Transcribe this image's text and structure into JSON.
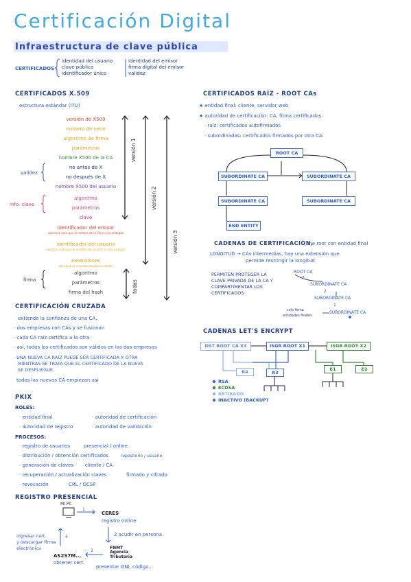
{
  "title": "Certificación Digital",
  "subtitle": "Infraestructura de clave pública",
  "certificados": {
    "label": "CERTIFICADOS",
    "left": [
      "identidad del usuario",
      "clave pública",
      "identificador único"
    ],
    "right": [
      "identidad del emisor",
      "firma digital del emisor",
      "validez"
    ]
  },
  "x509": {
    "heading": "CERTIFICADOS X.509",
    "sub": "estructura estándar (ITU)",
    "fields": [
      "versión de X509",
      "número de serie",
      "algoritmo de firma",
      "parámetros",
      "nombre X500 de la CA",
      "no antes de X",
      "no después de X",
      "nombre X500 del usuario",
      "algoritmo",
      "parámetros",
      "clave",
      "identificador del emisor",
      "identificador del usuario",
      "extensiones",
      "algoritmo",
      "parámetros",
      "firma del hash"
    ],
    "notes": {
      "emisor": "opcional, para que el nombre de la CA no sea ambiguo",
      "usuario": "opcional, para que el nombre del usuario no sea ambiguo",
      "extensiones": "para que se le pueda ampliar la validez"
    },
    "side_labels": {
      "validez": "validez",
      "info_clave": "info. clave",
      "firma": "firma"
    },
    "versions": [
      "versión 1",
      "versión 2",
      "versión 3",
      "todas"
    ]
  },
  "cruzada": {
    "heading": "CERTIFICACIÓN CRUZADA",
    "lines": [
      "extiende la confianza de una CA,",
      "· dos empresas con CAs y se fusionan",
      "· cada CA raíz certifica a la otra",
      "· así, todos los certificados son válidos en las dos empresas",
      "· UNA NUEVA CA RAÍZ PUEDE SER CERTIFICADA X OTRA",
      "MIENTRAS SE TRATA QUE EL CERTIFICADO DE LA NUEVA",
      "SE DESPLIEGUE",
      "todas las nuevas CA empiezan así"
    ]
  },
  "pkix": {
    "heading": "PKIX",
    "roles_label": "ROLES:",
    "roles": [
      "· entidad final",
      "· autoridad de certificación",
      "· autoridad de registro",
      "· autoridad de validación"
    ],
    "procesos_label": "PROCESOS:",
    "procesos": [
      {
        "a": "· registro de usuarios",
        "b": "presencial / online"
      },
      {
        "a": "· distribución / obtención certificados",
        "b": "repositorio / usuario"
      },
      {
        "a": "· generación de claves",
        "b": "cliente / CA"
      },
      {
        "a": "· recuperación / actualización claves",
        "b": "firmado y cifrado"
      },
      {
        "a": "· revocación",
        "b": "CRL / OCSP"
      }
    ]
  },
  "registro": {
    "heading": "REGISTRO PRESENCIAL",
    "mipc": "MI PC",
    "step1": "1",
    "ceres": "CERES",
    "registro_online": "registro online",
    "step2": "2 acudir en persona",
    "fnmt": "FNMT",
    "agencia": "Agencia Tributaria",
    "presentar": "presentar DNI, código...",
    "step3": "3",
    "codigo": "AS2S7M...",
    "obtener": "obtener cert.",
    "step4": "4",
    "ingresar": "ingresar cert.",
    "descargar": "y descargar firma",
    "electronica": "electrónica"
  },
  "raiz": {
    "heading": "CERTIFICADOS RAÍZ - ROOT CAs",
    "lines": [
      "★ entidad final: cliente, servidor web",
      "★ autoridad de certificación: CA, firma certificados",
      "· raíz: certificados autofirmados",
      "· subordinadas: certificados firmados por otra CA"
    ],
    "root": "ROOT CA",
    "sub": "SUBORDINATE CA",
    "end": "END ENTITY"
  },
  "cadenas": {
    "heading": "CADENAS DE CERTIFICACIÓN,",
    "heading_rest": "une root con entidad final",
    "longitud": "LONGITUD → CAs intermedias, hay una extensión que",
    "longitud2": "permite restringir la longitud",
    "permiten": [
      "PERMITEN PROTEGER LA",
      "CLAVE PRIVADA DE LA CA Y",
      "COMPARTIMENTAR LOS",
      "CERTIFICADOS"
    ],
    "root": "ROOT CA",
    "q": "?",
    "sub1": "SUBORDINATE CA",
    "n2": "2",
    "sub2": "SUBORDINATE CA",
    "n1": "1",
    "sub3": "SUBORDINATE CA",
    "solo": "solo firma",
    "entidades": "entidades finales"
  },
  "letsencrypt": {
    "heading": "CADENAS LET'S ENCRYPT",
    "dst": "DST ROOT CA X3",
    "isrg1": "ISGR ROOT X1",
    "isrg2": "ISGR ROOT X2",
    "r4": "R4",
    "r3": "R3",
    "e1": "E1",
    "e2": "E2",
    "legend": [
      "RSA",
      "ECDSA",
      "RETIRADO",
      "INACTIVO (BACKUP)"
    ],
    "colors": {
      "rsa": "#3b68d8",
      "ecdsa": "#2f8a2f",
      "retirado": "#8fb0ff",
      "inactivo": "#3b68d8"
    }
  }
}
